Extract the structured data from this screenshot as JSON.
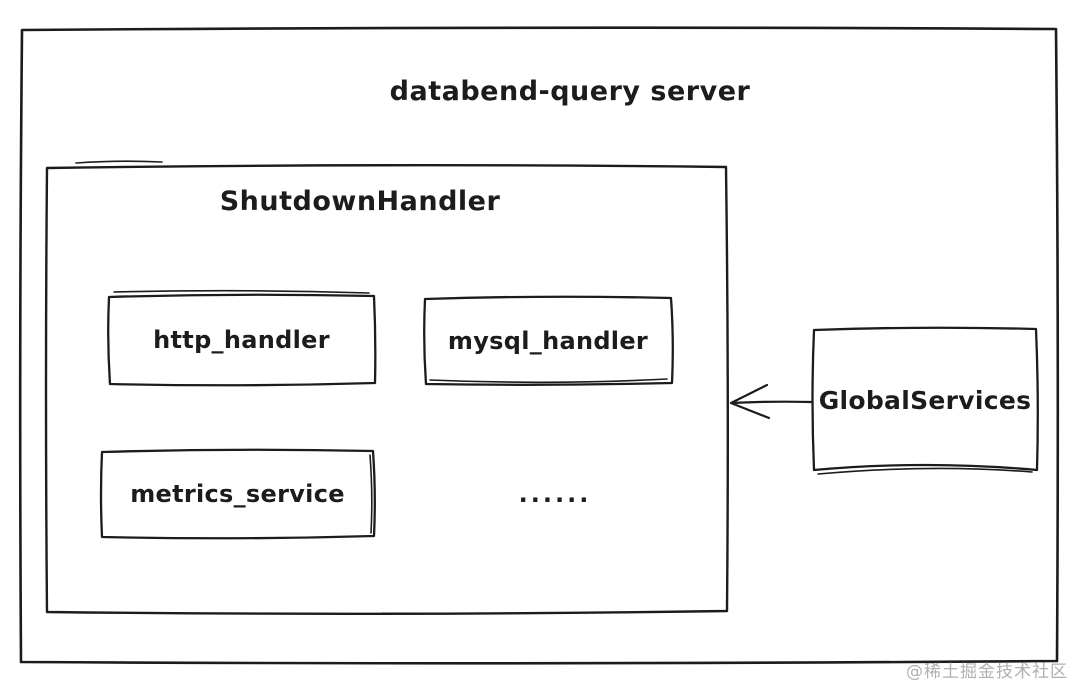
{
  "diagram": {
    "title": "databend-query server",
    "shutdown_handler": {
      "label": "ShutdownHandler",
      "nodes": [
        {
          "label": "http_handler"
        },
        {
          "label": "mysql_handler"
        },
        {
          "label": "metrics_service"
        },
        {
          "label": "......"
        }
      ]
    },
    "global_services": {
      "label": "GlobalServices"
    },
    "arrow": {
      "from": "GlobalServices",
      "to": "ShutdownHandler",
      "direction": "left"
    },
    "watermark": "@稀土掘金技术社区",
    "colors": {
      "stroke": "#1c1c1c",
      "background": "#ffffff",
      "watermark_gray": "#b0b0b0"
    }
  }
}
